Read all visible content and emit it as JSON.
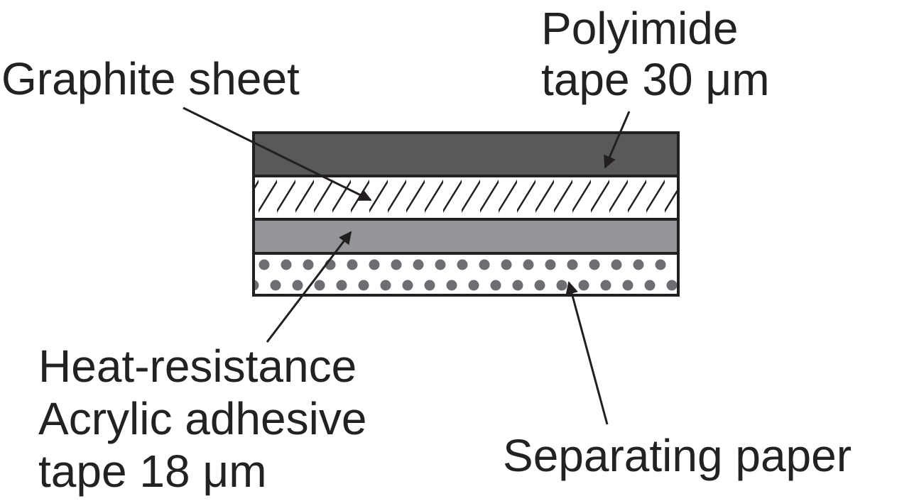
{
  "labels": {
    "polyimide": [
      "Polyimide",
      "tape 30 μm"
    ],
    "graphite": [
      "Graphite sheet"
    ],
    "adhesive": [
      "Heat-resistance",
      "Acrylic adhesive",
      "tape 18 μm"
    ],
    "separating": [
      "Separating paper"
    ]
  },
  "layers": [
    {
      "id": "polyimide-layer",
      "fill": "#58595b",
      "pattern": "solid"
    },
    {
      "id": "graphite-layer",
      "fill": "#ffffff",
      "pattern": "hatch"
    },
    {
      "id": "adhesive-layer",
      "fill": "#939598",
      "pattern": "solid"
    },
    {
      "id": "separating-layer",
      "fill": "#ffffff",
      "pattern": "dots",
      "dot_color": "#6d6e71"
    }
  ],
  "outline_color": "#231f20"
}
